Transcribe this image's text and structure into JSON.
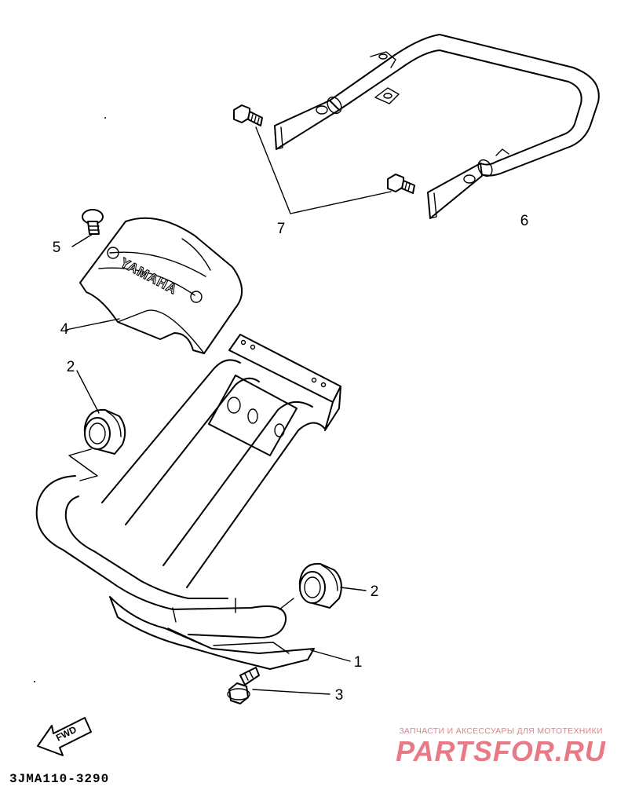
{
  "diagram": {
    "callouts": [
      {
        "id": "1",
        "text": "1"
      },
      {
        "id": "2a",
        "text": "2"
      },
      {
        "id": "2b",
        "text": "2"
      },
      {
        "id": "3",
        "text": "3"
      },
      {
        "id": "4",
        "text": "4"
      },
      {
        "id": "5",
        "text": "5"
      },
      {
        "id": "6",
        "text": "6"
      },
      {
        "id": "7",
        "text": "7"
      }
    ],
    "cover_lettering": "YAMAHA",
    "fwd_label": "FWD",
    "code": "3JMA110-3290"
  },
  "watermark": {
    "tagline": "ЗАПЧАСТИ И АКСЕССУАРЫ ДЛЯ МОТОТЕХНИКИ",
    "logo": "PARTSFOR.RU"
  }
}
